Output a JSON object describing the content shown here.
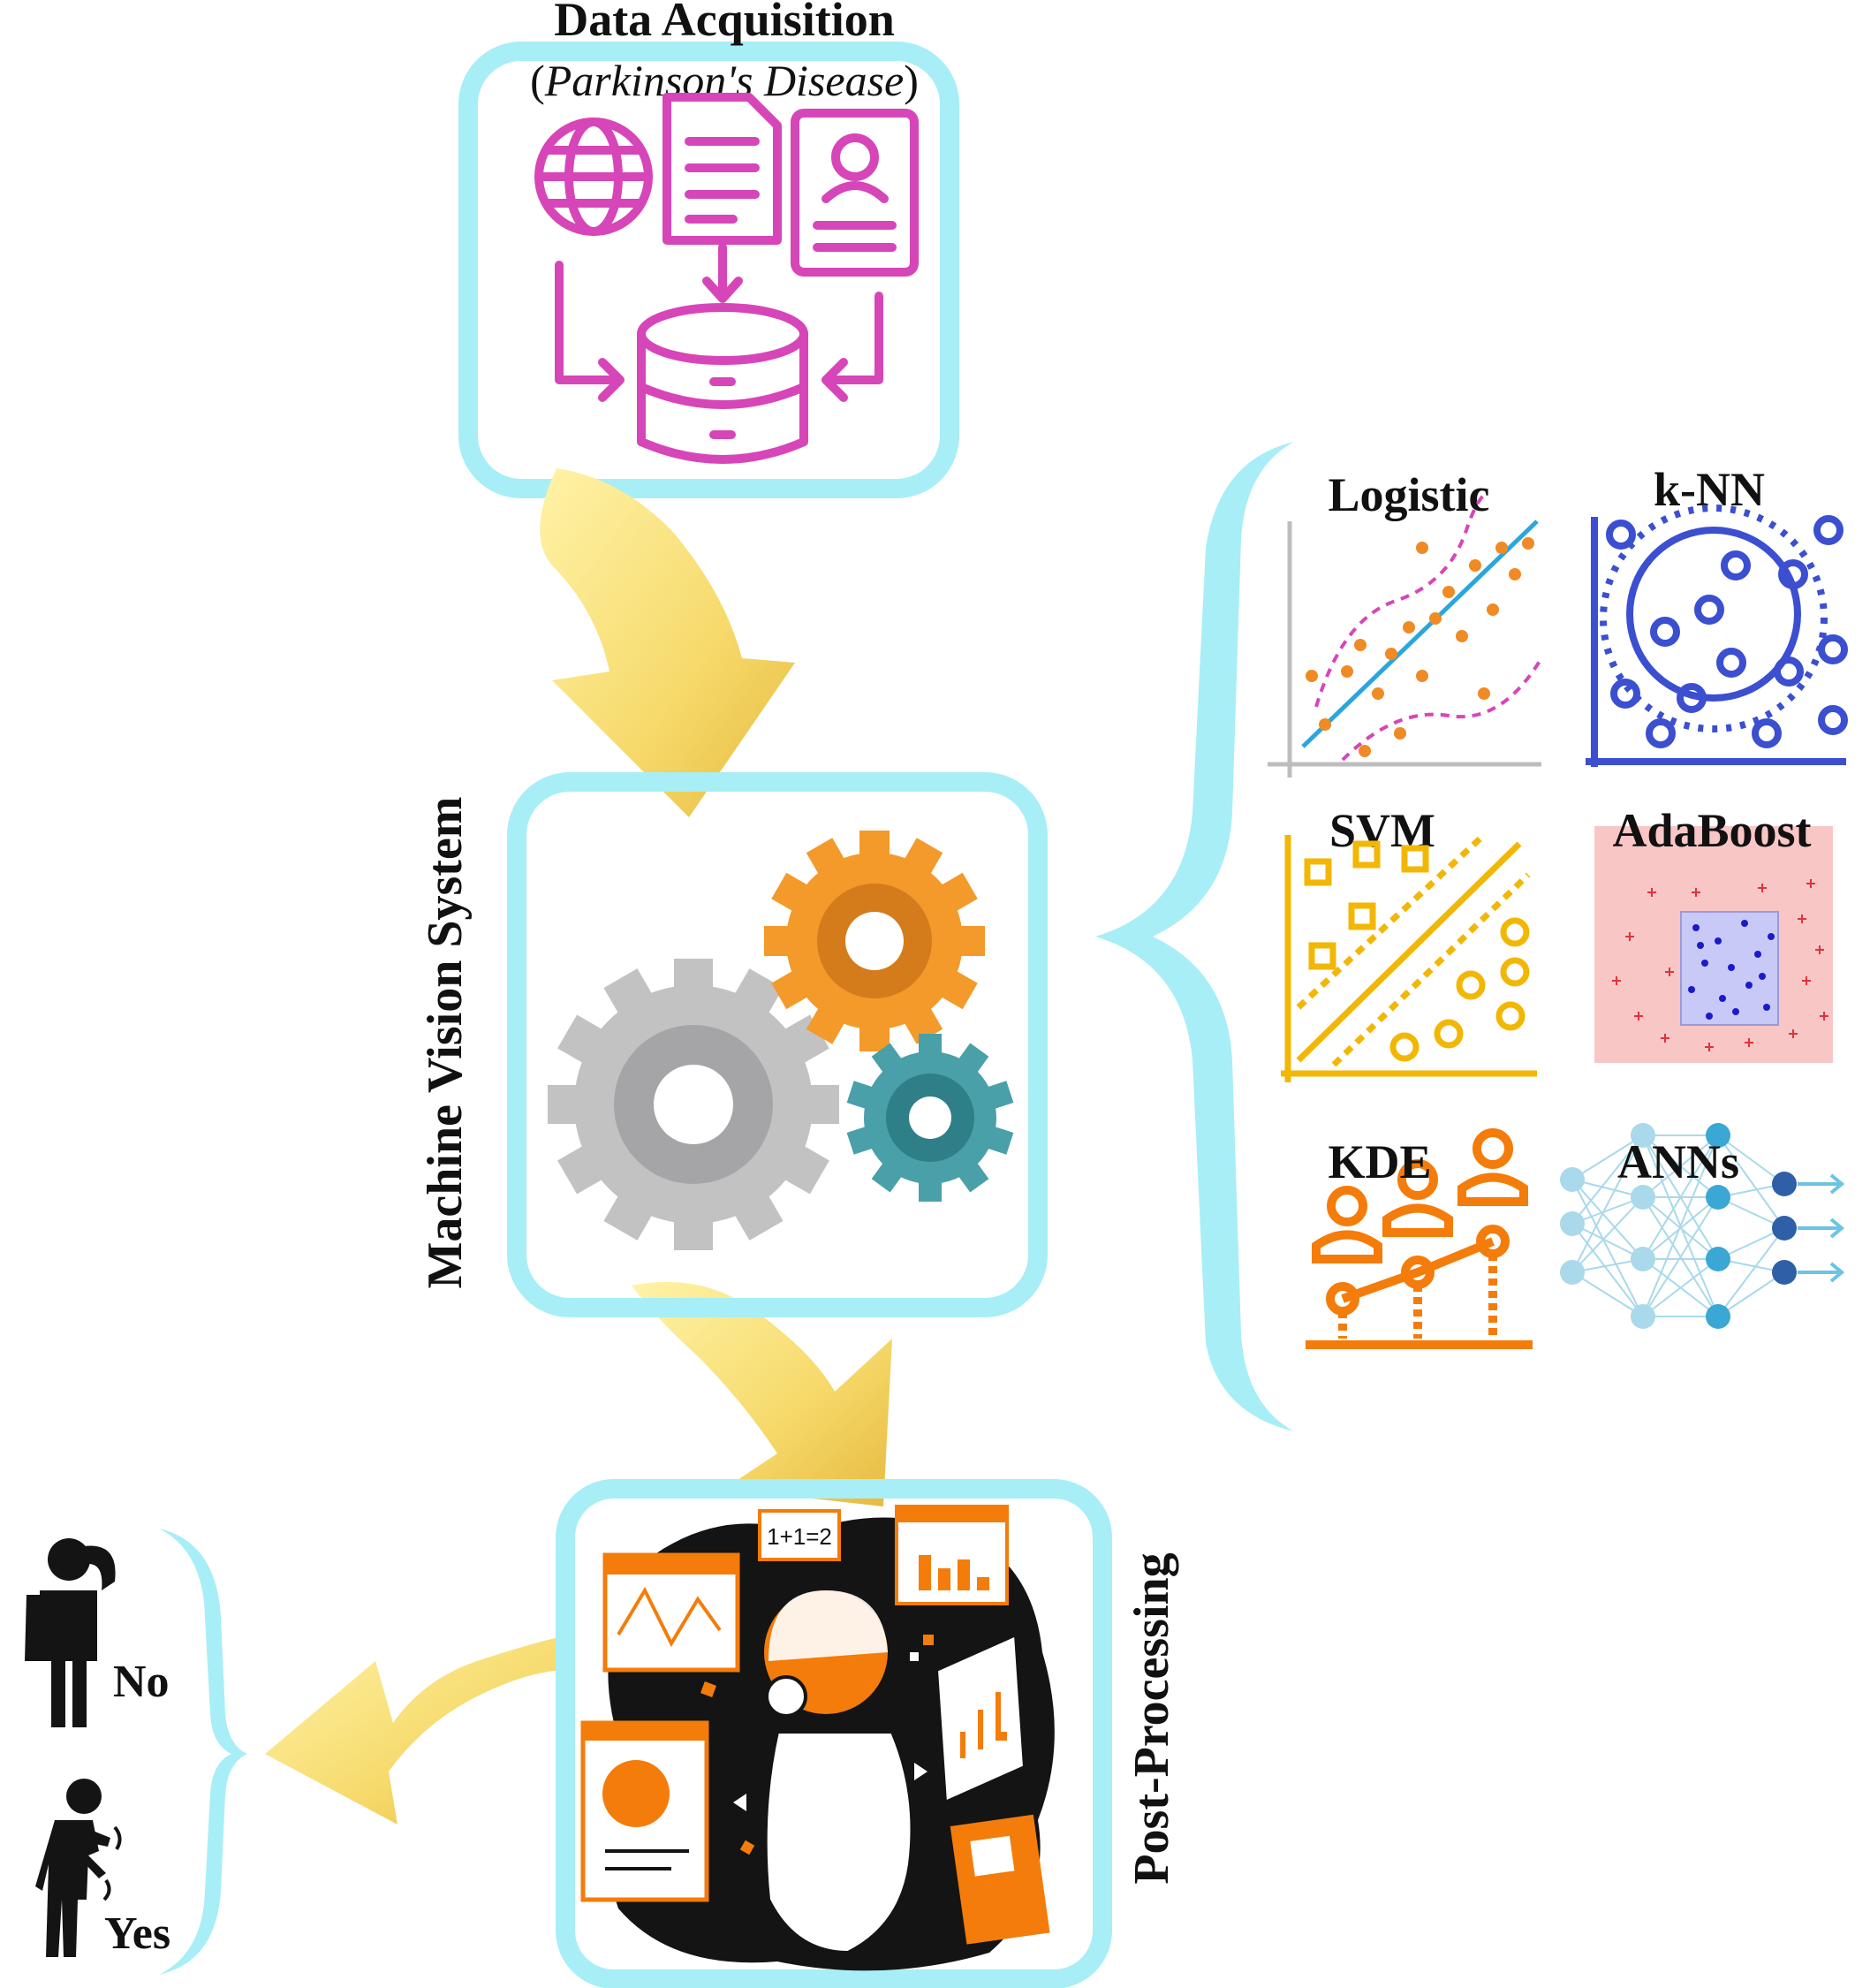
{
  "acquisition": {
    "title": "Data Acquisition",
    "subtitle_open": "(",
    "subtitle": "Parkinson's Disease",
    "subtitle_close": ")"
  },
  "processing": {
    "label": "Machine Vision System"
  },
  "post": {
    "label": "Post-Processing"
  },
  "methods": [
    {
      "name": "Logistic"
    },
    {
      "name": "k-NN"
    },
    {
      "name": "SVM"
    },
    {
      "name": "AdaBoost"
    },
    {
      "name": "KDE"
    },
    {
      "name": "ANNs"
    }
  ],
  "outcomes": {
    "no": "No",
    "yes": "Yes"
  },
  "colors": {
    "box_border": "#a8eef6",
    "acquisition_icon": "#d646b8",
    "arrow": "#f6d96a",
    "logistic": "#f08a24",
    "logistic_line": "#2aa6de",
    "knn": "#3b4fd0",
    "svm": "#f2b705",
    "adaboost_bg": "#f9c6c6",
    "kde": "#f47c0a",
    "ann_light": "#a9d9ea",
    "ann_dark": "#2f5fa7"
  }
}
